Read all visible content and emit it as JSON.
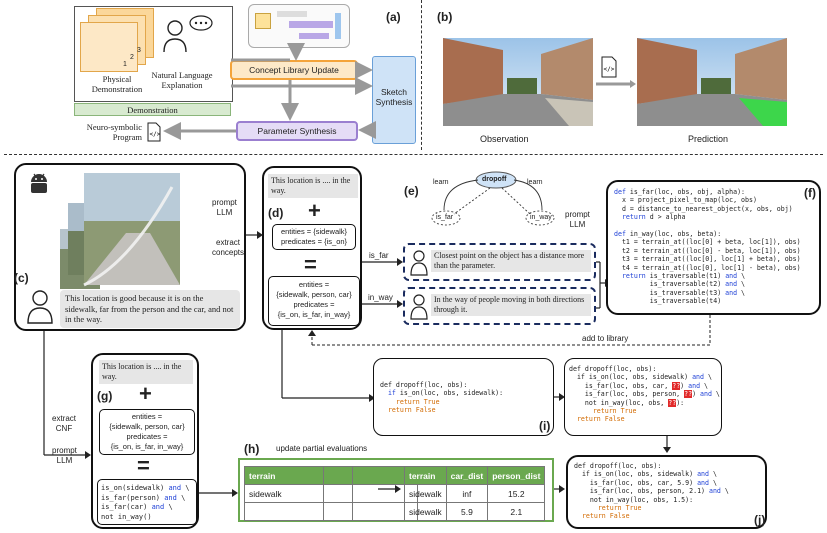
{
  "panels": {
    "a": "(a)",
    "b": "(b)",
    "c": "(c)",
    "d": "(d)",
    "e": "(e)",
    "f": "(f)",
    "g": "(g)",
    "h": "(h)",
    "i": "(i)",
    "j": "(j)"
  },
  "panel_a": {
    "physical_demo": "Physical\nDemonstration",
    "nl_explanation": "Natural Language\nExplanation",
    "demonstration": "Demonstration",
    "concept_update": "Concept Library Update",
    "sketch_synthesis": "Sketch\nSynthesis",
    "parameter_synthesis": "Parameter Synthesis",
    "neuro_symbolic": "Neuro-symbolic\nProgram",
    "stack_nums": [
      "1",
      "2",
      "3"
    ]
  },
  "panel_b": {
    "observation": "Observation",
    "prediction": "Prediction"
  },
  "panel_c": {
    "explanation": "This location is good because it is on the sidewalk, far from the person and the car, and not in the way."
  },
  "panel_d": {
    "top_text": "This location is .... in the way.",
    "plus": "+",
    "small_box": "entities = {sidewalk}\npredicates = {is_on}",
    "equals": "=",
    "big_box": "entities =\n{sidewalk, person, car}\npredicates =\n{is_on, is_far, in_way}"
  },
  "arrows": {
    "prompt_llm": "prompt\nLLM",
    "extract_concepts": "extract\nconcepts",
    "prompt_llm_f": "prompt\nLLM",
    "is_far": "is_far",
    "in_way": "in_way",
    "add_to_library": "add to library",
    "extract_cnf": "extract\nCNF",
    "prompt_llm_g": "prompt\nLLM",
    "update_partial": "update partial evaluations"
  },
  "panel_e": {
    "learn_left": "learn",
    "learn_right": "learn",
    "dropoff": "dropoff",
    "is_far": "is_far",
    "in_way": "in_way",
    "is_far_desc": "Closest point on the object has a distance more than the parameter.",
    "in_way_desc": "In the way of people moving in both directions through it."
  },
  "panel_f": {
    "code": [
      [
        [
          "def ",
          "kw"
        ],
        [
          "is_far(loc, obs, obj, alpha):",
          ""
        ]
      ],
      [
        [
          "  x = project_pixel_to_map(loc, obs)",
          ""
        ]
      ],
      [
        [
          "  d = distance_to_nearest_object(x, obs, obj)",
          ""
        ]
      ],
      [
        [
          "  ",
          ""
        ],
        [
          "return ",
          "kw"
        ],
        [
          "d > alpha",
          ""
        ]
      ],
      [
        [
          "",
          ""
        ]
      ],
      [
        [
          "def ",
          "kw"
        ],
        [
          "in_way(loc, obs, beta):",
          ""
        ]
      ],
      [
        [
          "  t1 = terrain_at((loc[0] + beta, loc[1]), obs)",
          ""
        ]
      ],
      [
        [
          "  t2 = terrain_at((loc[0] - beta, loc[1]), obs)",
          ""
        ]
      ],
      [
        [
          "  t3 = terrain_at((loc[0], loc[1] + beta), obs)",
          ""
        ]
      ],
      [
        [
          "  t4 = terrain_at((loc[0], loc[1] - beta), obs)",
          ""
        ]
      ],
      [
        [
          "  ",
          ""
        ],
        [
          "return ",
          "kw"
        ],
        [
          "is_traversable(t1) ",
          ""
        ],
        [
          "and",
          "kw"
        ],
        [
          " \\",
          ""
        ]
      ],
      [
        [
          "         is_traversable(t2) ",
          ""
        ],
        [
          "and",
          "kw"
        ],
        [
          " \\",
          ""
        ]
      ],
      [
        [
          "         is_traversable(t3) ",
          ""
        ],
        [
          "and",
          "kw"
        ],
        [
          " \\",
          ""
        ]
      ],
      [
        [
          "         is_traversable(t4)",
          ""
        ]
      ]
    ]
  },
  "panel_g": {
    "top_text": "This location is .... in the way.",
    "plus": "+",
    "small_box": "entities =\n{sidewalk, person, car}\npredicates =\n{is_on, is_far, in_way}",
    "equals": "=",
    "code": [
      [
        [
          "is_on(sidewalk) ",
          ""
        ],
        [
          "and",
          "kw"
        ],
        [
          " \\",
          ""
        ]
      ],
      [
        [
          "is_far(person) ",
          ""
        ],
        [
          "and",
          "kw"
        ],
        [
          " \\",
          ""
        ]
      ],
      [
        [
          "is_far(car) ",
          ""
        ],
        [
          "and",
          "kw"
        ],
        [
          " \\",
          ""
        ]
      ],
      [
        [
          "not in_way()",
          ""
        ]
      ]
    ]
  },
  "panel_i": {
    "code_left": [
      [
        [
          "def ",
          ""
        ],
        [
          "dropoff(loc, obs):",
          ""
        ]
      ],
      [
        [
          "  ",
          ""
        ],
        [
          "if",
          "kw"
        ],
        [
          " is_on(loc, obs, sidewalk):",
          ""
        ]
      ],
      [
        [
          "    ",
          ""
        ],
        [
          "return ",
          "lit"
        ],
        [
          "True",
          "lit"
        ]
      ],
      [
        [
          "  ",
          ""
        ],
        [
          "return ",
          "lit"
        ],
        [
          "False",
          "lit"
        ]
      ]
    ],
    "code_right": [
      [
        [
          "def dropoff(loc, obs):",
          ""
        ]
      ],
      [
        [
          "  if is_on(loc, obs, sidewalk) ",
          ""
        ],
        [
          "and",
          "kw"
        ],
        [
          " \\",
          ""
        ]
      ],
      [
        [
          "    is_far(loc, obs, car, ",
          ""
        ],
        [
          "??",
          "hl"
        ],
        [
          ") ",
          ""
        ],
        [
          "and",
          "kw"
        ],
        [
          " \\",
          ""
        ]
      ],
      [
        [
          "    is_far(loc, obs, person, ",
          ""
        ],
        [
          "??",
          "hl"
        ],
        [
          ") ",
          ""
        ],
        [
          "and",
          "kw"
        ],
        [
          " \\",
          ""
        ]
      ],
      [
        [
          "    not in_way(loc, obs, ",
          ""
        ],
        [
          "??",
          "hl"
        ],
        [
          "):",
          ""
        ]
      ],
      [
        [
          "      ",
          ""
        ],
        [
          "return ",
          "lit"
        ],
        [
          "True",
          "lit"
        ]
      ],
      [
        [
          "  ",
          ""
        ],
        [
          "return ",
          "lit"
        ],
        [
          "False",
          "lit"
        ]
      ]
    ]
  },
  "panel_h": {
    "left_table": {
      "headers": [
        "terrain",
        "",
        ""
      ],
      "rows": [
        [
          "sidewalk",
          "",
          ""
        ],
        [
          "",
          "",
          ""
        ]
      ]
    },
    "right_table": {
      "headers": [
        "terrain",
        "car_dist",
        "person_dist"
      ],
      "rows": [
        [
          "sidewalk",
          "inf",
          "15.2"
        ],
        [
          "sidewalk",
          "5.9",
          "2.1"
        ]
      ]
    }
  },
  "panel_j": {
    "code": [
      [
        [
          "def dropoff(loc, obs):",
          ""
        ]
      ],
      [
        [
          "  if is_on(loc, obs, sidewalk) ",
          ""
        ],
        [
          "and",
          "kw"
        ],
        [
          " \\",
          ""
        ]
      ],
      [
        [
          "    is_far(loc, obs, car, 5.9) ",
          ""
        ],
        [
          "and",
          "kw"
        ],
        [
          " \\",
          ""
        ]
      ],
      [
        [
          "    is_far(loc, obs, person, 2.1) ",
          ""
        ],
        [
          "and",
          "kw"
        ],
        [
          " \\",
          ""
        ]
      ],
      [
        [
          "    not in_way(loc, obs, 1.5):",
          ""
        ]
      ],
      [
        [
          "      ",
          ""
        ],
        [
          "return ",
          "lit"
        ],
        [
          "True",
          "lit"
        ]
      ],
      [
        [
          "  ",
          ""
        ],
        [
          "return ",
          "lit"
        ],
        [
          "False",
          "lit"
        ]
      ]
    ]
  },
  "colors": {
    "orange": "#f4a43a",
    "purple": "#9b7fd0",
    "blue_panel": "#cfe3f7",
    "green_label": "#d8ead0",
    "table_green": "#6aa84f",
    "panel_b_green": "#3dd64b"
  }
}
